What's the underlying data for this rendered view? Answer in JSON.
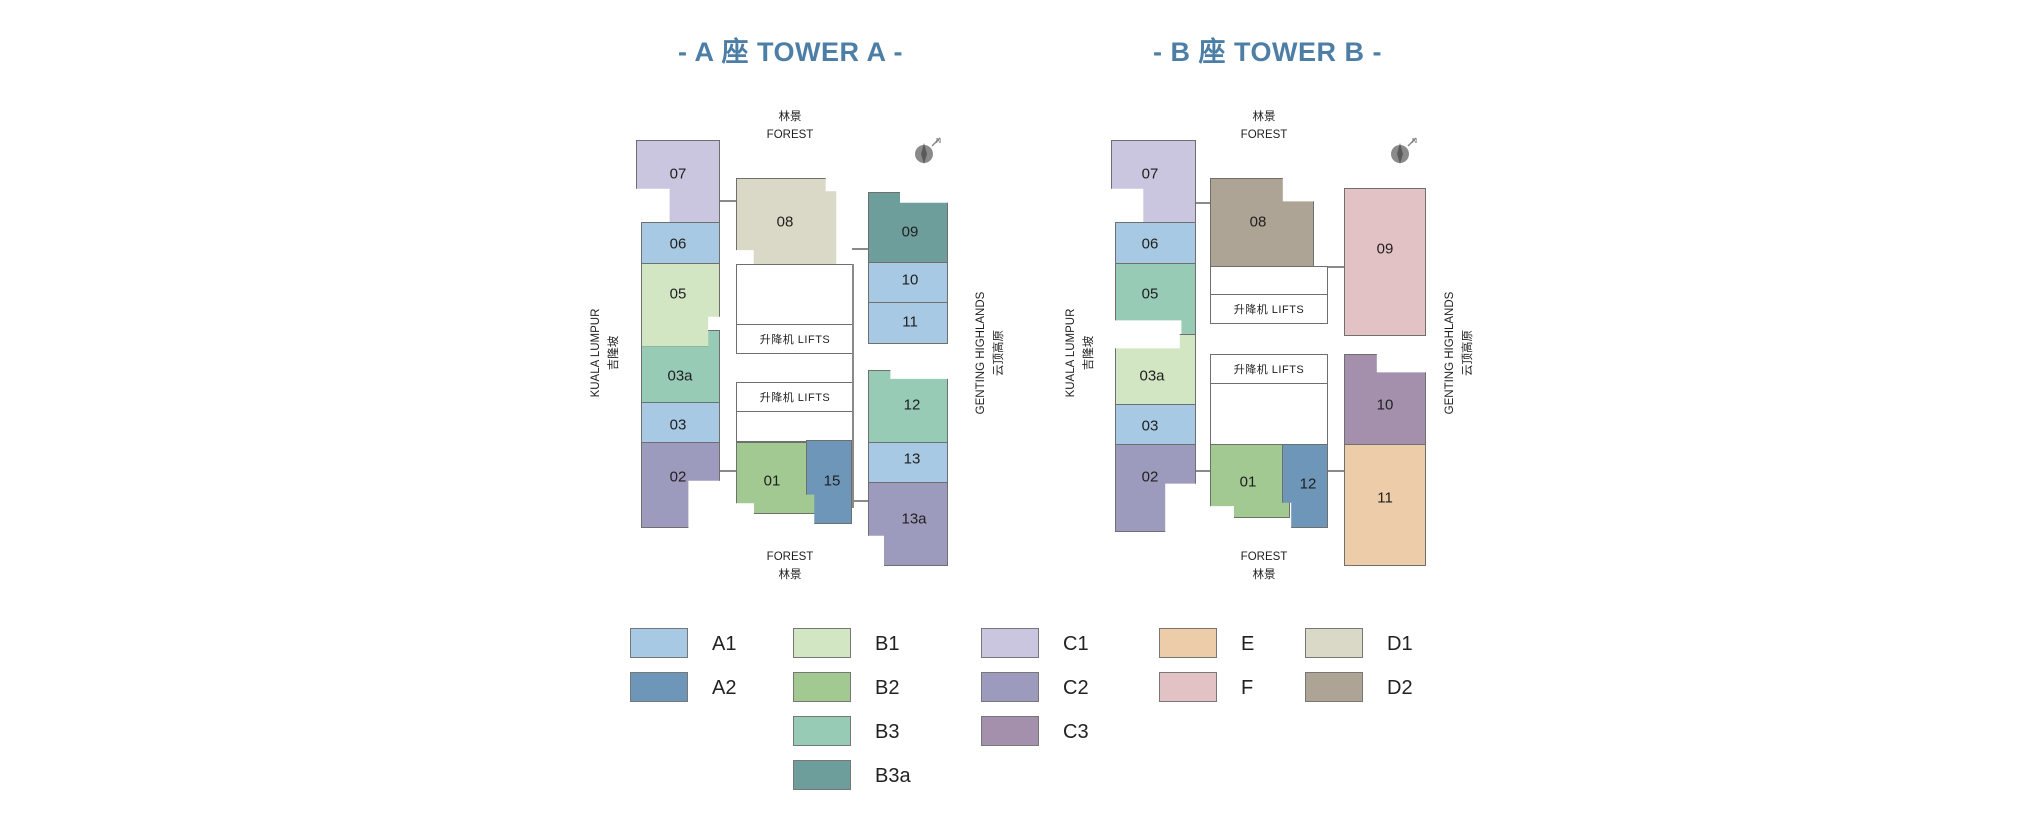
{
  "towers": {
    "a": {
      "title": "- A 座 TOWER A -",
      "north": {
        "cn": "林景",
        "en": "FOREST"
      },
      "south": {
        "cn": "林景",
        "en": "FOREST"
      },
      "west": {
        "cn": "吉隆坡",
        "en": "KUALA LUMPUR"
      },
      "east": {
        "cn": "云顶高原",
        "en": "GENTING HIGHLANDS"
      },
      "lift1": "升降机 LIFTS",
      "lift2": "升降机 LIFTS",
      "units": [
        {
          "id": "07",
          "type": "C1"
        },
        {
          "id": "06",
          "type": "A1"
        },
        {
          "id": "05",
          "type": "B1"
        },
        {
          "id": "03a",
          "type": "B3"
        },
        {
          "id": "03",
          "type": "A1"
        },
        {
          "id": "02",
          "type": "C2"
        },
        {
          "id": "08",
          "type": "D1"
        },
        {
          "id": "01",
          "type": "B2"
        },
        {
          "id": "15",
          "type": "A2"
        },
        {
          "id": "09",
          "type": "B3a"
        },
        {
          "id": "10",
          "type": "A1"
        },
        {
          "id": "11",
          "type": "A1"
        },
        {
          "id": "12",
          "type": "B3"
        },
        {
          "id": "13",
          "type": "A1"
        },
        {
          "id": "13a",
          "type": "C2"
        }
      ]
    },
    "b": {
      "title": "- B 座 TOWER B -",
      "north": {
        "cn": "林景",
        "en": "FOREST"
      },
      "south": {
        "cn": "林景",
        "en": "FOREST"
      },
      "west": {
        "cn": "吉隆坡",
        "en": "KUALA LUMPUR"
      },
      "east": {
        "cn": "云顶高原",
        "en": "GENTING HIGHLANDS"
      },
      "lift1": "升降机 LIFTS",
      "lift2": "升降机 LIFTS",
      "units": [
        {
          "id": "07",
          "type": "C1"
        },
        {
          "id": "06",
          "type": "A1"
        },
        {
          "id": "05",
          "type": "B3"
        },
        {
          "id": "03a",
          "type": "B1"
        },
        {
          "id": "03",
          "type": "A1"
        },
        {
          "id": "02",
          "type": "C2"
        },
        {
          "id": "08",
          "type": "D2"
        },
        {
          "id": "01",
          "type": "B2"
        },
        {
          "id": "12",
          "type": "A2"
        },
        {
          "id": "09",
          "type": "F"
        },
        {
          "id": "10",
          "type": "C3"
        },
        {
          "id": "11",
          "type": "E"
        }
      ]
    }
  },
  "legend": [
    {
      "label": "A1",
      "color": "#a8c9e3"
    },
    {
      "label": "A2",
      "color": "#6e96b9"
    },
    {
      "label": "B1",
      "color": "#d3e6c4"
    },
    {
      "label": "B2",
      "color": "#a1c991"
    },
    {
      "label": "B3",
      "color": "#98cbb5"
    },
    {
      "label": "B3a",
      "color": "#6d9e9b"
    },
    {
      "label": "C1",
      "color": "#cac6df"
    },
    {
      "label": "C2",
      "color": "#9d9bbd"
    },
    {
      "label": "C3",
      "color": "#a48fac"
    },
    {
      "label": "E",
      "color": "#edcca9"
    },
    {
      "label": "F",
      "color": "#e3c2c5"
    },
    {
      "label": "D1",
      "color": "#dad8c6"
    },
    {
      "label": "D2",
      "color": "#aea496"
    }
  ]
}
